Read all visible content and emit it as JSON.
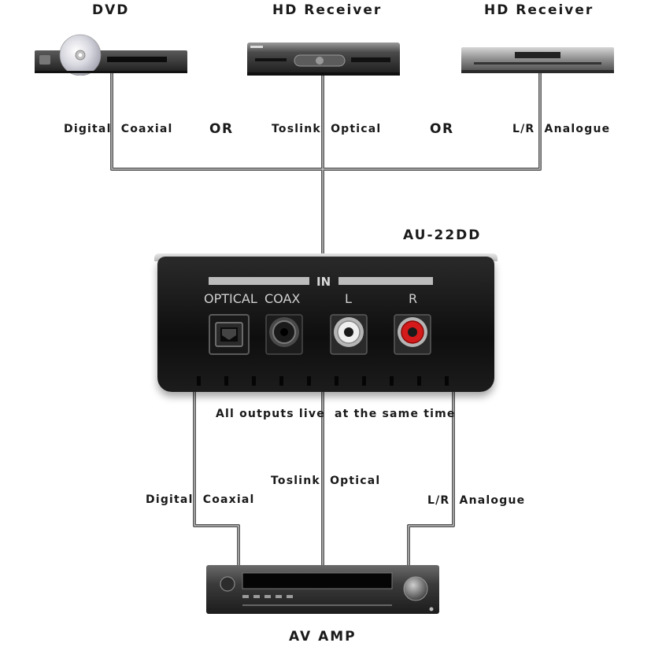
{
  "sources": {
    "dvd": {
      "title": "DVD"
    },
    "receiver_1": {
      "title": "HD Receiver"
    },
    "receiver_2": {
      "title": "HD Receiver"
    }
  },
  "input_labels": {
    "coaxial": "Digital  Coaxial",
    "or_1": "OR",
    "optical": "Toslink  Optical",
    "or_2": "OR",
    "analogue": "L/R  Analogue"
  },
  "converter": {
    "title": "AU-22DD",
    "in_label": "IN",
    "ports": [
      "OPTICAL",
      "COAX",
      "L",
      "R"
    ]
  },
  "output_labels": {
    "note": "All outputs live  at the same time",
    "optical": "Toslink  Optical",
    "coaxial": "Digital  Coaxial",
    "analogue": "L/R  Analogue"
  },
  "sink": {
    "title": "AV AMP"
  }
}
